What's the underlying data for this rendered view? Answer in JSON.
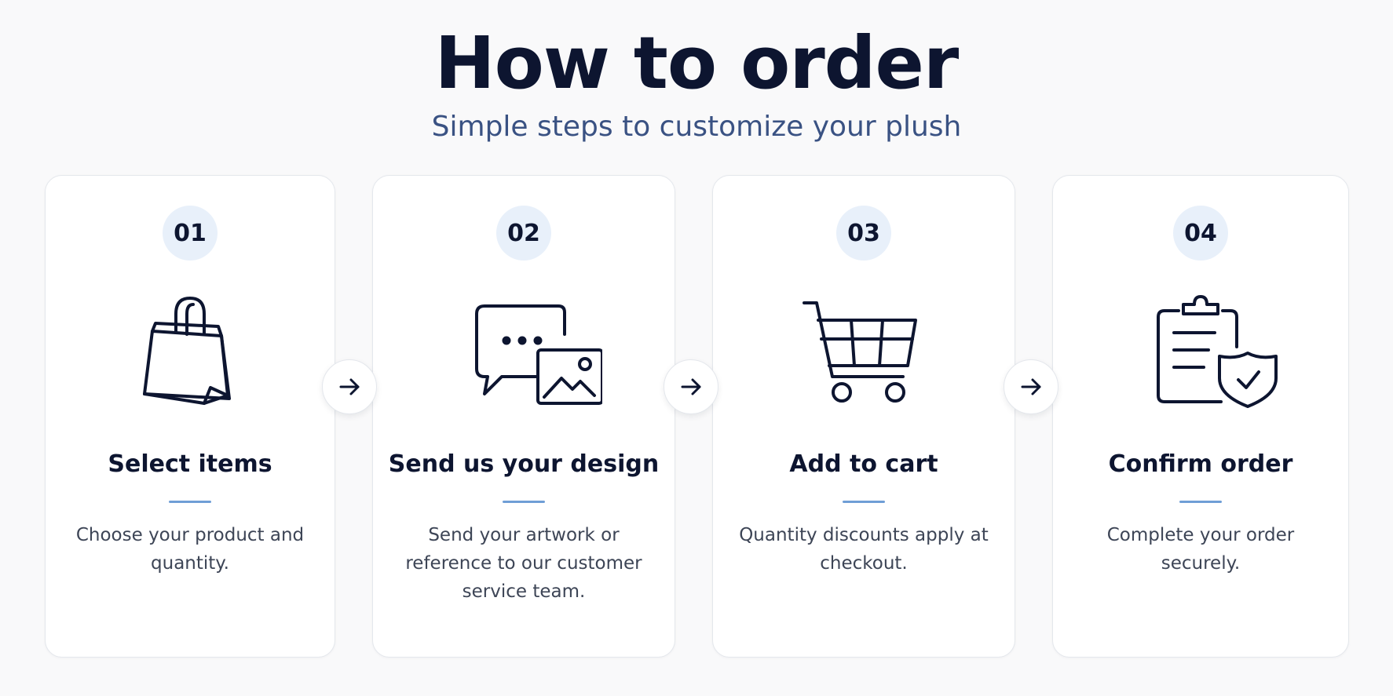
{
  "header": {
    "title": "How to order",
    "subtitle": "Simple steps to customize your plush"
  },
  "steps": [
    {
      "number": "01",
      "icon": "shopping-bag-icon",
      "title": "Select items",
      "description": "Choose your product and quantity."
    },
    {
      "number": "02",
      "icon": "chat-image-icon",
      "title": "Send us your design",
      "description": "Send your artwork or reference to our customer service team."
    },
    {
      "number": "03",
      "icon": "shopping-cart-icon",
      "title": "Add to cart",
      "description": "Quantity discounts apply at checkout."
    },
    {
      "number": "04",
      "icon": "clipboard-shield-icon",
      "title": "Confirm order",
      "description": "Complete your order securely."
    }
  ],
  "connectors": [
    {
      "icon": "arrow-right-icon"
    },
    {
      "icon": "arrow-right-icon"
    },
    {
      "icon": "arrow-right-icon"
    }
  ],
  "colors": {
    "title": "#0d1530",
    "subtitle": "#3a5283",
    "badge_bg": "#e8f0fa",
    "accent_divider": "#6f9ed6",
    "background": "#f9f9fa",
    "card_border": "#e4e7ec"
  }
}
